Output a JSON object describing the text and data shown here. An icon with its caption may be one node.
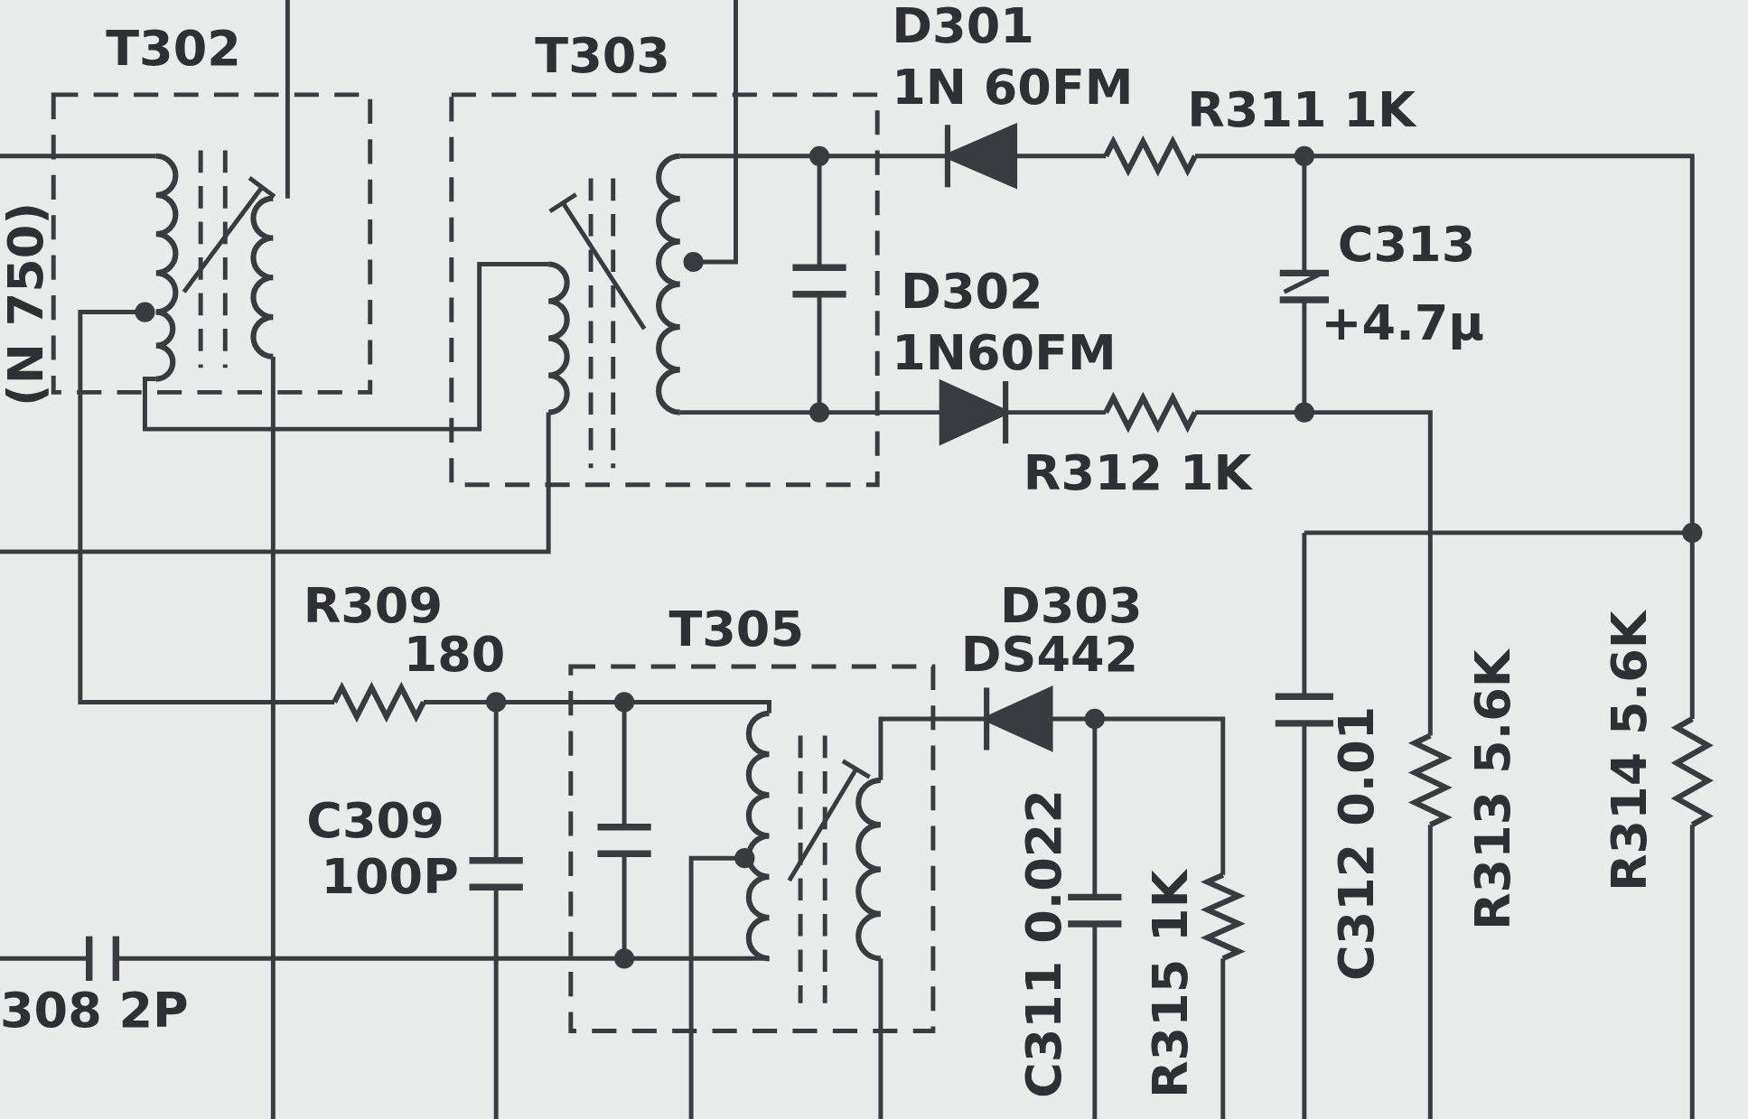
{
  "diagram": {
    "labels": [
      "T302",
      "T303",
      "D301",
      "1N 60FM",
      "R311 1K",
      "C313",
      "+4.7µ",
      "D302",
      "1N60FM",
      "R312 1K",
      "R309",
      "180",
      "T305",
      "D303",
      "DS442",
      "C309",
      "100P",
      "C311 0.022",
      "R315 1K",
      "C312 0.01",
      "R313 5.6K",
      "R314 5.6K",
      "(N 750)",
      "308 2P"
    ]
  }
}
